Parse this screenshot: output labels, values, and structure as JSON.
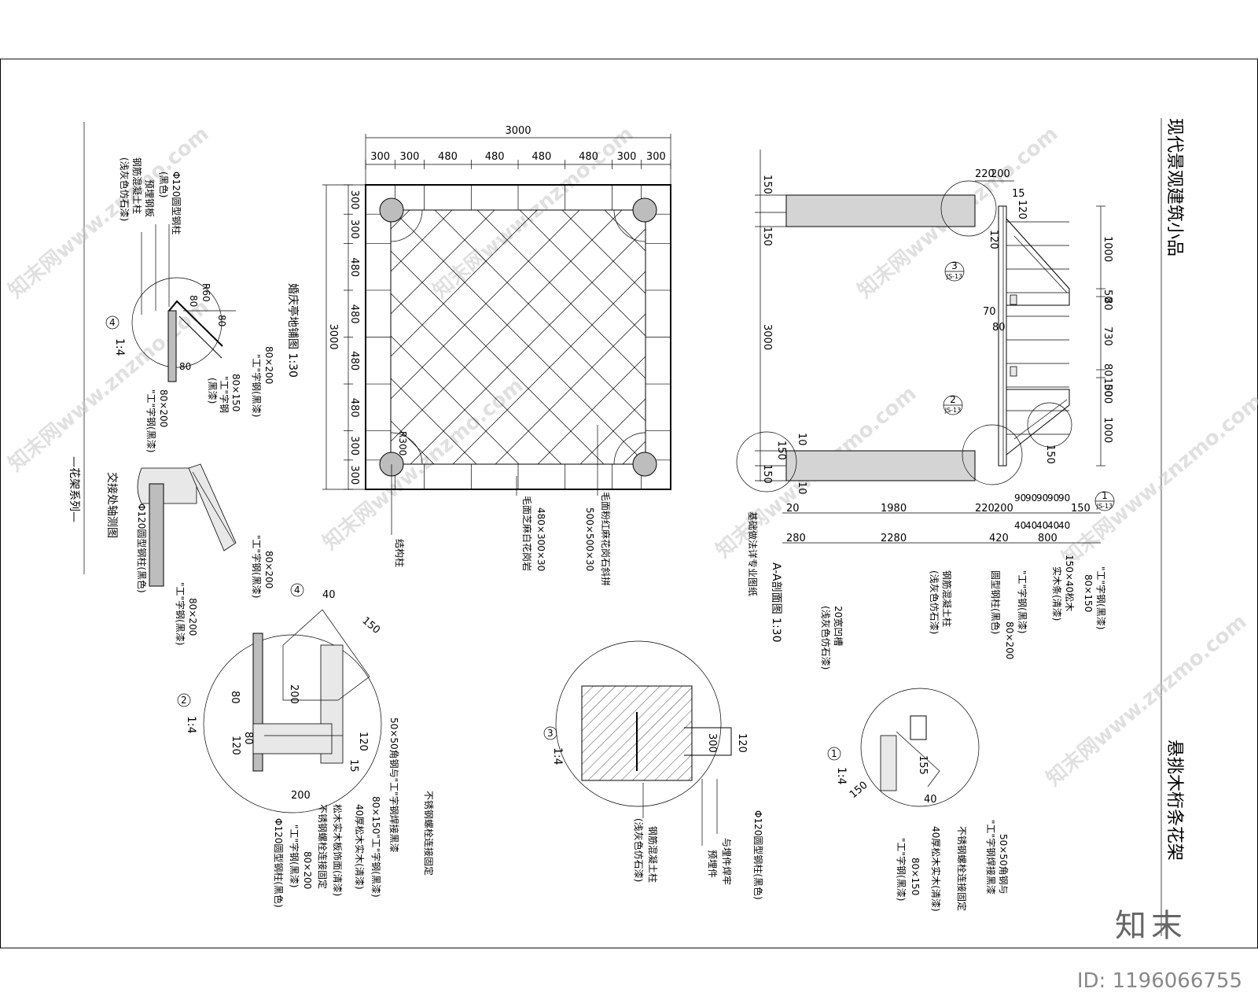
{
  "sheet": {
    "series_label": "—花架系列—",
    "title_top": "现代景观建筑小品",
    "title_bottom": "悬挑木桁条花架",
    "brand": "知末",
    "id_text": "ID: 1196066755",
    "watermark": "知末网www.znzmo.com"
  },
  "plan": {
    "title": "婚庆亭地铺图 1:30",
    "top_total": "3000",
    "top_segments": [
      "300",
      "300",
      "480",
      "480",
      "480",
      "480",
      "300",
      "300"
    ],
    "left_total": "3000",
    "left_segments": [
      "300",
      "300",
      "480",
      "480",
      "480",
      "480",
      "300",
      "300"
    ],
    "radius": "R300",
    "notes": [
      "毛面粉红麻花岗石斜拼",
      "500×500×30",
      "480×300×30",
      "毛面芝麻白花岗岩",
      "结构柱"
    ]
  },
  "section": {
    "title": "A-A剖面图 1:30",
    "left_dims": [
      "150",
      "150",
      "3000",
      "150",
      "150"
    ],
    "top_dims": [
      "220",
      "200",
      "15",
      "120",
      "120"
    ],
    "right_dims": [
      "1000",
      "50",
      "80",
      "730",
      "80",
      "50",
      "1000",
      "1000"
    ],
    "mid_dims": [
      "70",
      "80",
      "150",
      "10",
      "10"
    ],
    "bottom_row1": [
      "20",
      "1980",
      "220",
      "200",
      "90",
      "90",
      "90",
      "90",
      "90",
      "150"
    ],
    "bottom_row2": [
      "280",
      "2280",
      "420",
      "800"
    ],
    "bottom_small": [
      "40",
      "40",
      "40",
      "40",
      "40"
    ],
    "callouts": [
      {
        "num": "3",
        "ref": "JS-13"
      },
      {
        "num": "2",
        "ref": "JS-13"
      },
      {
        "num": "1",
        "ref": "JS-13"
      }
    ],
    "notes": [
      "基础做法详专业图纸",
      "20宽凹槽",
      "(浅灰色仿石漆)",
      "钢筋混凝土柱",
      "(浅灰色仿石漆)",
      "圆型钢柱(黑色)",
      "\"工\"字钢(黑漆)",
      "80×200",
      "150×40松木",
      "实木条(清漆)",
      "\"工\"字钢(黑漆)",
      "80×150"
    ]
  },
  "detail4": {
    "num": "4",
    "scale": "1:4",
    "notes": [
      "Φ120圆型钢柱",
      "(黑色)",
      "预埋钢板",
      "钢筋混凝土柱",
      "(浅灰色仿石漆)"
    ],
    "dims": [
      "R60",
      "80",
      "80",
      "80"
    ],
    "labels": [
      "80×200",
      "\"工\"字钢(黑漆)",
      "80×150",
      "\"工\"字钢",
      "(黑漆)",
      "\"工\"字钢(黑漆)",
      "80×200"
    ]
  },
  "axon": {
    "title": "交接处轴测图",
    "notes": [
      "Φ120圆型钢柱(黑色)",
      "\"工\"字钢(黑漆)",
      "80×200",
      "\"工\"字钢(黑漆)",
      "80×200"
    ]
  },
  "detail2": {
    "num": "2",
    "scale": "1:4",
    "ref": "4",
    "dims": [
      "40",
      "150",
      "80",
      "200",
      "80",
      "120",
      "120",
      "15",
      "200"
    ],
    "notes": [
      "不锈钢螺栓连接固定",
      "50×50角钢与\"工\"字钢焊接黑漆",
      "80×150\"工\"字钢(黑漆)",
      "40厚松木实木(清漆)",
      "松木实木板饰面(清漆)",
      "不锈钢螺栓连接固定",
      "80×200",
      "\"工\"字钢(黑漆)",
      "Φ120圆型钢柱(黑色)"
    ]
  },
  "detail3": {
    "num": "3",
    "scale": "1:4",
    "dims": [
      "120",
      "300"
    ],
    "notes": [
      "Φ120圆型钢柱(黑色)",
      "与埋件焊牢",
      "预埋件",
      "钢筋混凝土柱",
      "(浅灰色仿石漆)"
    ]
  },
  "detail1": {
    "num": "1",
    "scale": "1:4",
    "dims": [
      "155",
      "40",
      "150"
    ],
    "notes": [
      "50×50角钢与",
      "\"工\"字钢焊接黑漆",
      "不锈钢螺栓连接固定",
      "40厚松木实木(清漆)",
      "80×150",
      "\"工\"字钢(黑漆)"
    ]
  }
}
